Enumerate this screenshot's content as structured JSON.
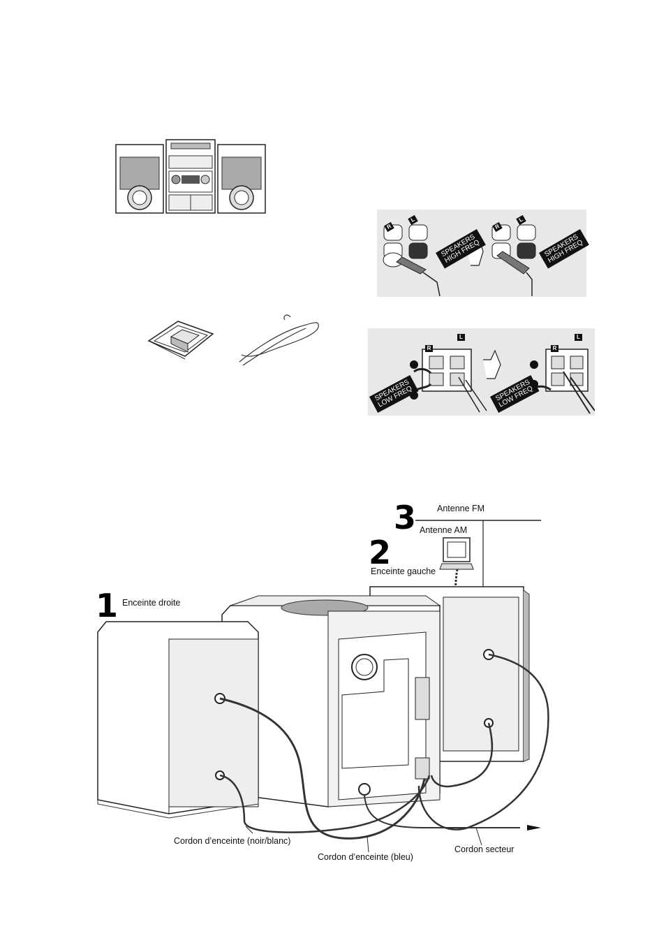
{
  "labels": {
    "fm_antenna": "Antenne FM",
    "am_antenna": "Antenne AM",
    "left_speaker": "Enceinte gauche",
    "right_speaker": "Enceinte droite",
    "cord_black_white": "Cordon d’enceinte (noir/blanc)",
    "cord_blue": "Cordon d’enceinte (bleu)",
    "mains_cord": "Cordon secteur"
  },
  "steps": {
    "one": "1",
    "two": "2",
    "three": "3"
  },
  "terminals": {
    "high_freq": "SPEAKERS\nHIGH FREQ",
    "low_freq": "SPEAKERS\nLOW FREQ",
    "right": "R",
    "left": "L",
    "plus": "+",
    "minus": "−"
  },
  "colors": {
    "line": "#222222",
    "panel_gray": "#e6e6e6",
    "grille": "#9a9a9a"
  }
}
